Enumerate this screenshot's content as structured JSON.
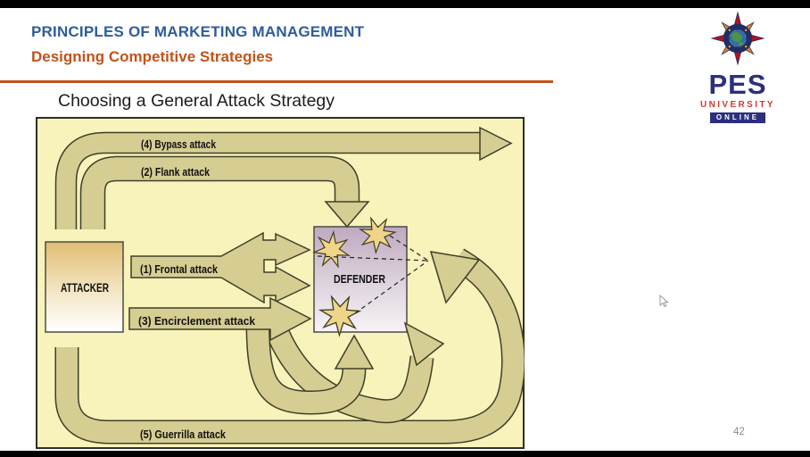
{
  "header": {
    "course_title": "PRINCIPLES OF MARKETING MANAGEMENT",
    "lecture_title": "Designing Competitive Strategies"
  },
  "slide": {
    "title": "Choosing a General Attack Strategy",
    "page_number": "42"
  },
  "diagram": {
    "attacker_label": "ATTACKER",
    "defender_label": "DEFENDER",
    "arrows": [
      {
        "label": "(1) Frontal attack"
      },
      {
        "label": "(2) Flank attack"
      },
      {
        "label": "(3) Encirclement attack"
      },
      {
        "label": "(4) Bypass attack"
      },
      {
        "label": "(5) Guerrilla attack"
      }
    ]
  },
  "logo": {
    "acronym": "PES",
    "line1": "UNIVERSITY",
    "line2": "ONLINE"
  },
  "colors": {
    "title_blue": "#2e5d9b",
    "accent_orange": "#c0531a",
    "diagram_background": "#f8f3bb",
    "arrow_fill": "#d5cd92",
    "arrow_outline": "#3f3f28",
    "attacker_top": "#e2bd72",
    "defender_top": "#bfa9bf",
    "star_gold": "#f0d488",
    "logo_navy": "#2b2f7d",
    "logo_red": "#cf3a30"
  }
}
